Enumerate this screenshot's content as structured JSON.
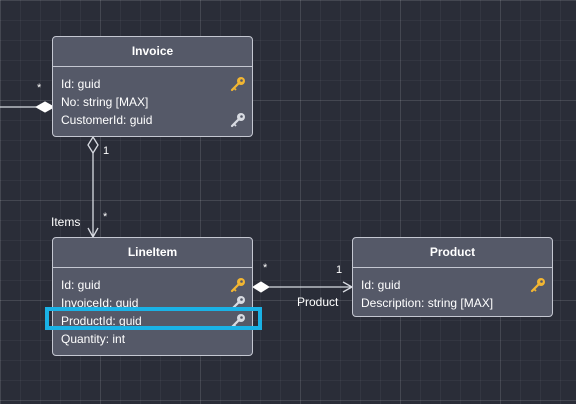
{
  "entities": {
    "invoice": {
      "name": "Invoice",
      "fields": [
        {
          "text": "Id: guid",
          "key": "primary"
        },
        {
          "text": "No: string [MAX]",
          "key": "none"
        },
        {
          "text": "CustomerId: guid",
          "key": "foreign"
        }
      ]
    },
    "lineitem": {
      "name": "LineItem",
      "fields": [
        {
          "text": "Id: guid",
          "key": "primary"
        },
        {
          "text": "InvoiceId: guid",
          "key": "foreign"
        },
        {
          "text": "ProductId: guid",
          "key": "foreign",
          "highlighted": true
        },
        {
          "text": "Quantity: int",
          "key": "none"
        }
      ]
    },
    "product": {
      "name": "Product",
      "fields": [
        {
          "text": "Id: guid",
          "key": "primary"
        },
        {
          "text": "Description: string [MAX]",
          "key": "none"
        }
      ]
    }
  },
  "relations": {
    "left_incoming": {
      "multiplicity": "*"
    },
    "invoice_items": {
      "source_multiplicity": "1",
      "target_multiplicity": "*",
      "role": "Items"
    },
    "lineitem_product": {
      "source_multiplicity": "*",
      "target_multiplicity": "1",
      "role": "Product"
    }
  },
  "colors": {
    "primary_key": "#f2b632",
    "foreign_key": "#d8dbe2",
    "highlight": "#1ab2e6",
    "entity_fill": "#555968"
  }
}
